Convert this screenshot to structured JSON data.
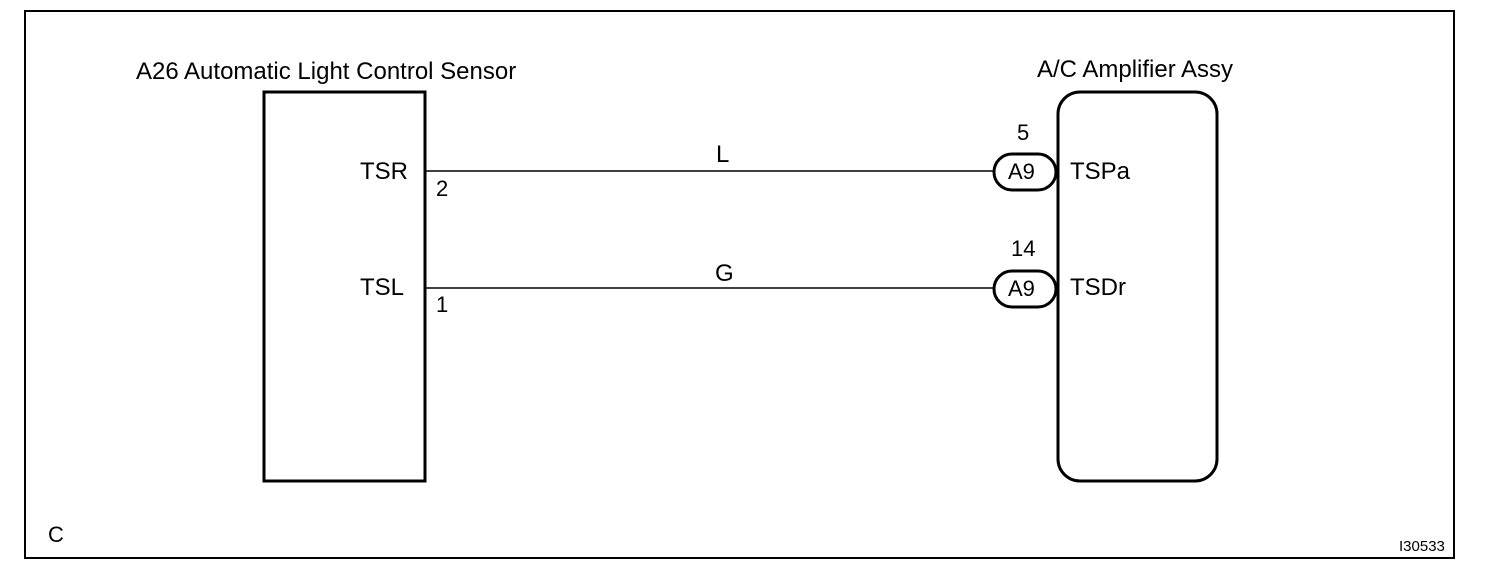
{
  "sensor": {
    "title": "A26 Automatic Light Control Sensor",
    "pins": [
      {
        "name": "TSR",
        "number": "2"
      },
      {
        "name": "TSL",
        "number": "1"
      }
    ]
  },
  "amplifier": {
    "title": "A/C Amplifier Assy",
    "terminals": [
      {
        "pin_number": "5",
        "connector": "A9",
        "name": "TSPa"
      },
      {
        "pin_number": "14",
        "connector": "A9",
        "name": "TSDr"
      }
    ]
  },
  "wires": [
    {
      "color_code": "L"
    },
    {
      "color_code": "G"
    }
  ],
  "corner_label": "C",
  "figure_id": "I30533",
  "colors": {
    "line": "#000000",
    "background": "#ffffff"
  }
}
